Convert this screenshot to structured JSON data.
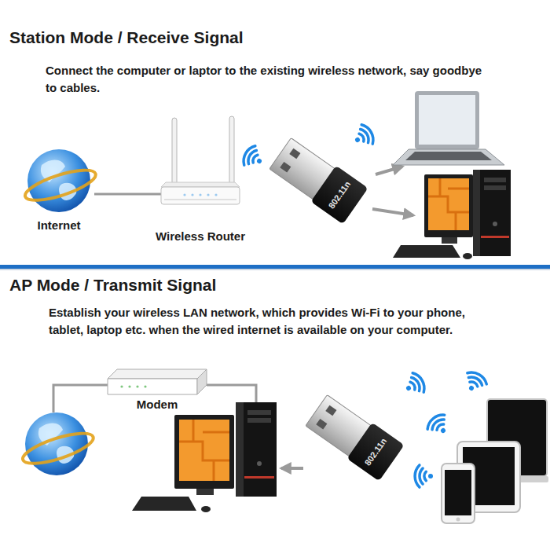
{
  "diagram": {
    "nodes": [
      {
        "text": [
          "Internet"
        ]
      },
      {
        "text": [
          "Wireless Router"
        ]
      },
      {
        "text": [
          "802.11n"
        ]
      },
      {
        "text": [
          "Modem"
        ]
      },
      {
        "text": [
          "802.11n"
        ]
      }
    ],
    "edges": [
      {
        "from": 0,
        "to": 1,
        "arrow": "none"
      }
    ],
    "labels": [
      "Station Mode / Receive Signal",
      "Connect the computer or laptor to the existing wireless network, say goodbye to cables.",
      "AP Mode / Transmit Signal",
      "Establish your wireless LAN network, which provides Wi-Fi to your phone, tablet, laptop etc. when the wired internet is available on your computer."
    ]
  }
}
